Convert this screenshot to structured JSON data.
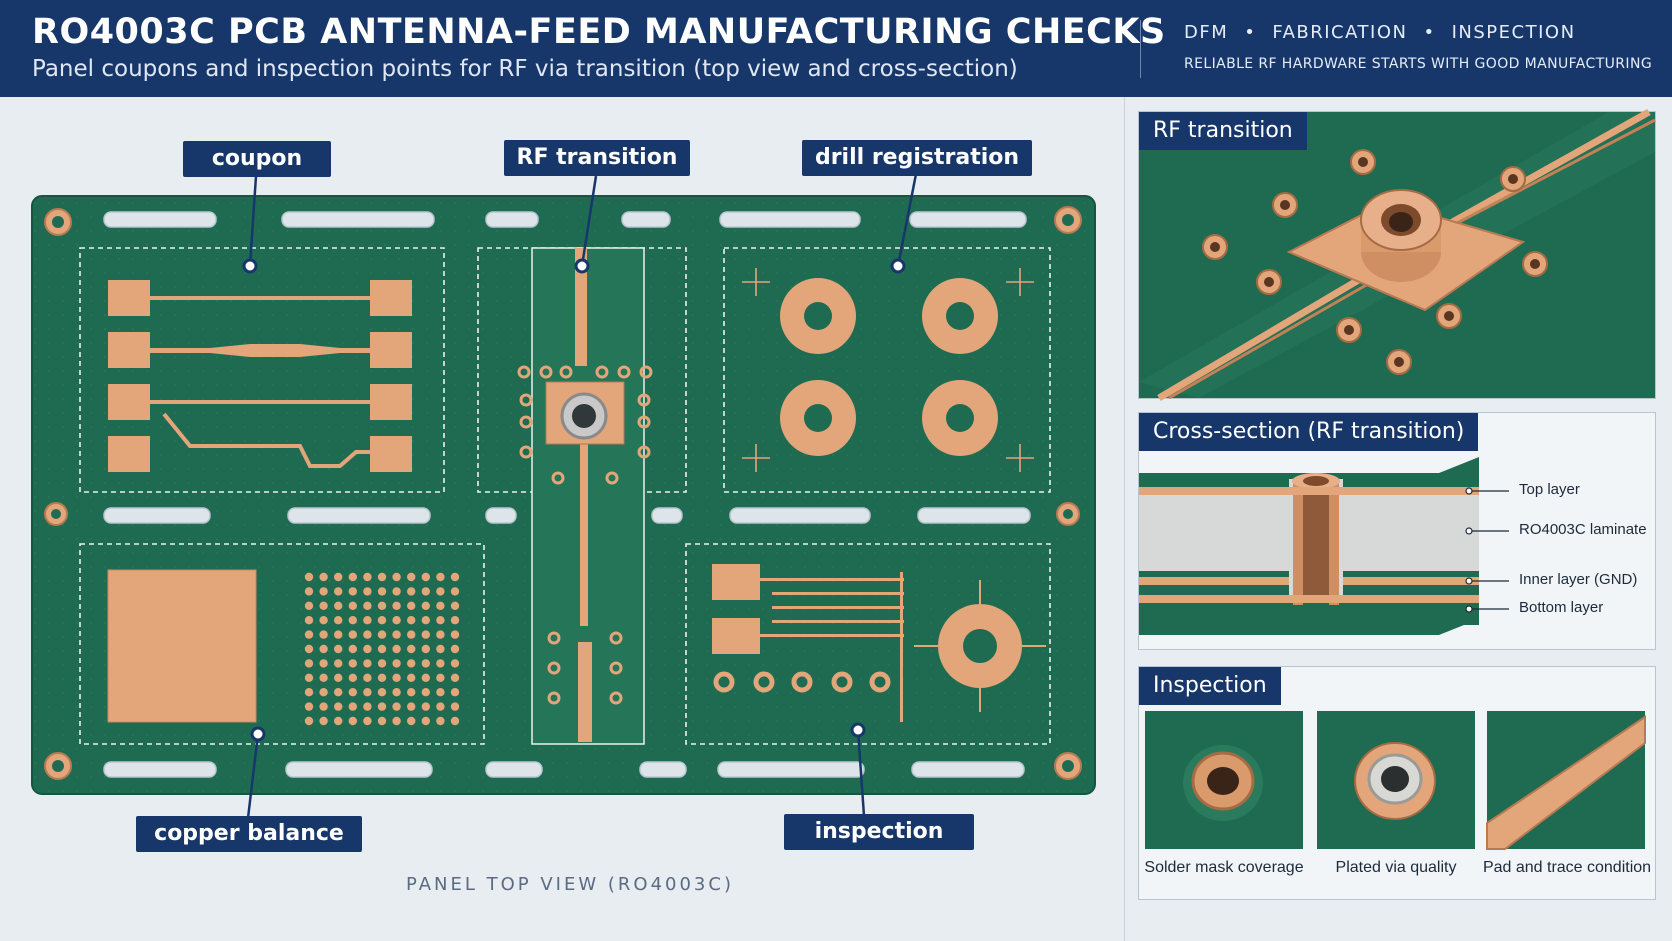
{
  "header": {
    "title": "RO4003C PCB ANTENNA-FEED MANUFACTURING CHECKS",
    "subtitle": "Panel coupons and inspection points for RF via transition (top view and cross-section)",
    "tags": [
      "DFM",
      "FABRICATION",
      "INSPECTION"
    ],
    "tag_separator": "•",
    "tagline": "RELIABLE RF HARDWARE STARTS WITH GOOD MANUFACTURING"
  },
  "panel": {
    "caption": "PANEL TOP VIEW (RO4003C)",
    "callouts": {
      "coupon": "coupon",
      "rf_transition": "RF transition",
      "drill_registration": "drill registration",
      "copper_balance": "copper balance",
      "inspection": "inspection"
    }
  },
  "cards": {
    "rf_transition": {
      "title": "RF transition"
    },
    "cross_section": {
      "title": "Cross-section (RF transition)",
      "layers": [
        "Top layer",
        "RO4003C laminate",
        "Inner layer (GND)",
        "Bottom layer"
      ]
    },
    "inspection": {
      "title": "Inspection",
      "items": [
        "Solder mask coverage",
        "Plated via quality",
        "Pad and trace condition"
      ]
    }
  },
  "colors": {
    "header_bg": "#17376b",
    "board_green": "#1f6b52",
    "copper": "#e3a57a",
    "background": "#e8edf2"
  }
}
